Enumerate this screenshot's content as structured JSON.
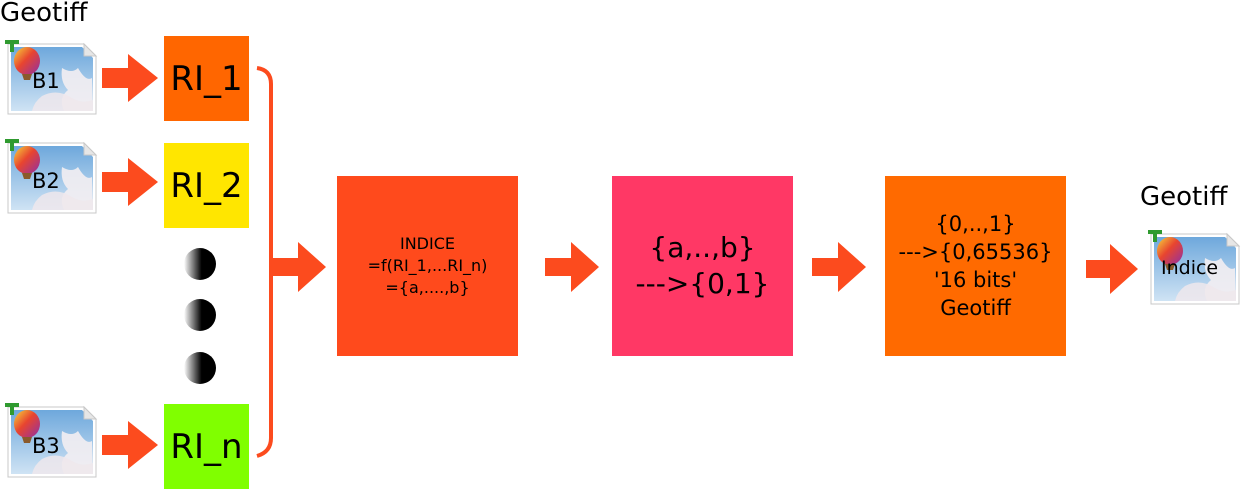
{
  "colors": {
    "arrow": "#fc4b1e",
    "ri_1": "#ff6600",
    "ri_2": "#ffe600",
    "ri_n": "#80ff00",
    "indice_box": "#ff4a1c",
    "normalize_box": "#ff3865",
    "geotiff16_box": "#ff6a00"
  },
  "inputs": {
    "title": "Geotiff",
    "files": [
      {
        "caption": "B1",
        "icon": "geotiff-file-icon"
      },
      {
        "caption": "B2",
        "icon": "geotiff-file-icon"
      },
      {
        "caption": "B3",
        "icon": "geotiff-file-icon"
      }
    ]
  },
  "ri_boxes": [
    {
      "label": "RI_1"
    },
    {
      "label": "RI_2"
    },
    {
      "label": "RI_n"
    }
  ],
  "ellipsis": {
    "count": 3
  },
  "process": {
    "indice": [
      "INDICE",
      "=f(RI_1,...RI_n)",
      "={a,....,b}"
    ],
    "normalize": [
      "{a,..,b}",
      "--->{0,1}"
    ],
    "geotiff16": [
      "{0,..,1}",
      "--->{0,65536}",
      "'16 bits'",
      "Geotiff"
    ]
  },
  "output": {
    "title": "Geotiff",
    "file": {
      "caption": "Indice",
      "icon": "geotiff-file-icon"
    }
  }
}
